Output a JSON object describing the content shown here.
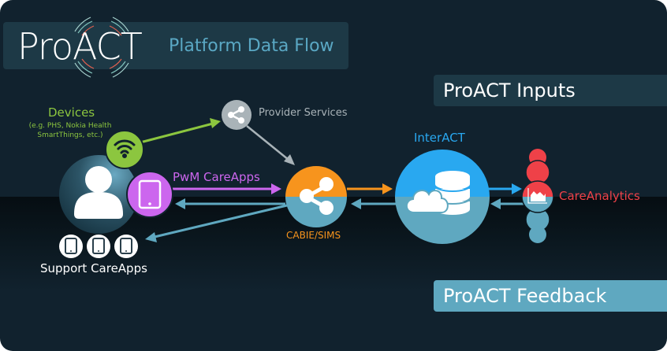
{
  "header": {
    "logo": "ProACT",
    "subtitle": "Platform Data Flow"
  },
  "tags": {
    "inputs": "ProACT Inputs",
    "feedback": "ProACT Feedback"
  },
  "nodes": {
    "devices": {
      "title": "Devices",
      "subtitle_line1": "(e.g. PHS, Nokia Health",
      "subtitle_line2": "SmartThings, etc.)",
      "icon": "wifi-icon",
      "color": "#8cc63f"
    },
    "user": {
      "icon": "user-icon"
    },
    "pwm_careapps": {
      "label": "PwM CareApps",
      "icon": "tablet-icon",
      "color": "#cc66ee"
    },
    "support_careapps": {
      "label": "Support CareApps",
      "icon": "tablet-icon",
      "count": 3
    },
    "provider_services": {
      "label": "Provider Services",
      "icon": "share-icon",
      "color": "#a9b3b8"
    },
    "cabie_sims": {
      "label": "CABIE/SIMS",
      "icon": "share-icon",
      "color": "#f7941d"
    },
    "interact": {
      "label": "InterACT",
      "icon": "cloud-database-icon",
      "color": "#29a8f0"
    },
    "care_analytics": {
      "label": "CareAnalytics",
      "icon": "area-chart-icon",
      "color": "#ef4148"
    }
  },
  "colors": {
    "feedback": "#5fa8c0",
    "background": "#11222e"
  }
}
